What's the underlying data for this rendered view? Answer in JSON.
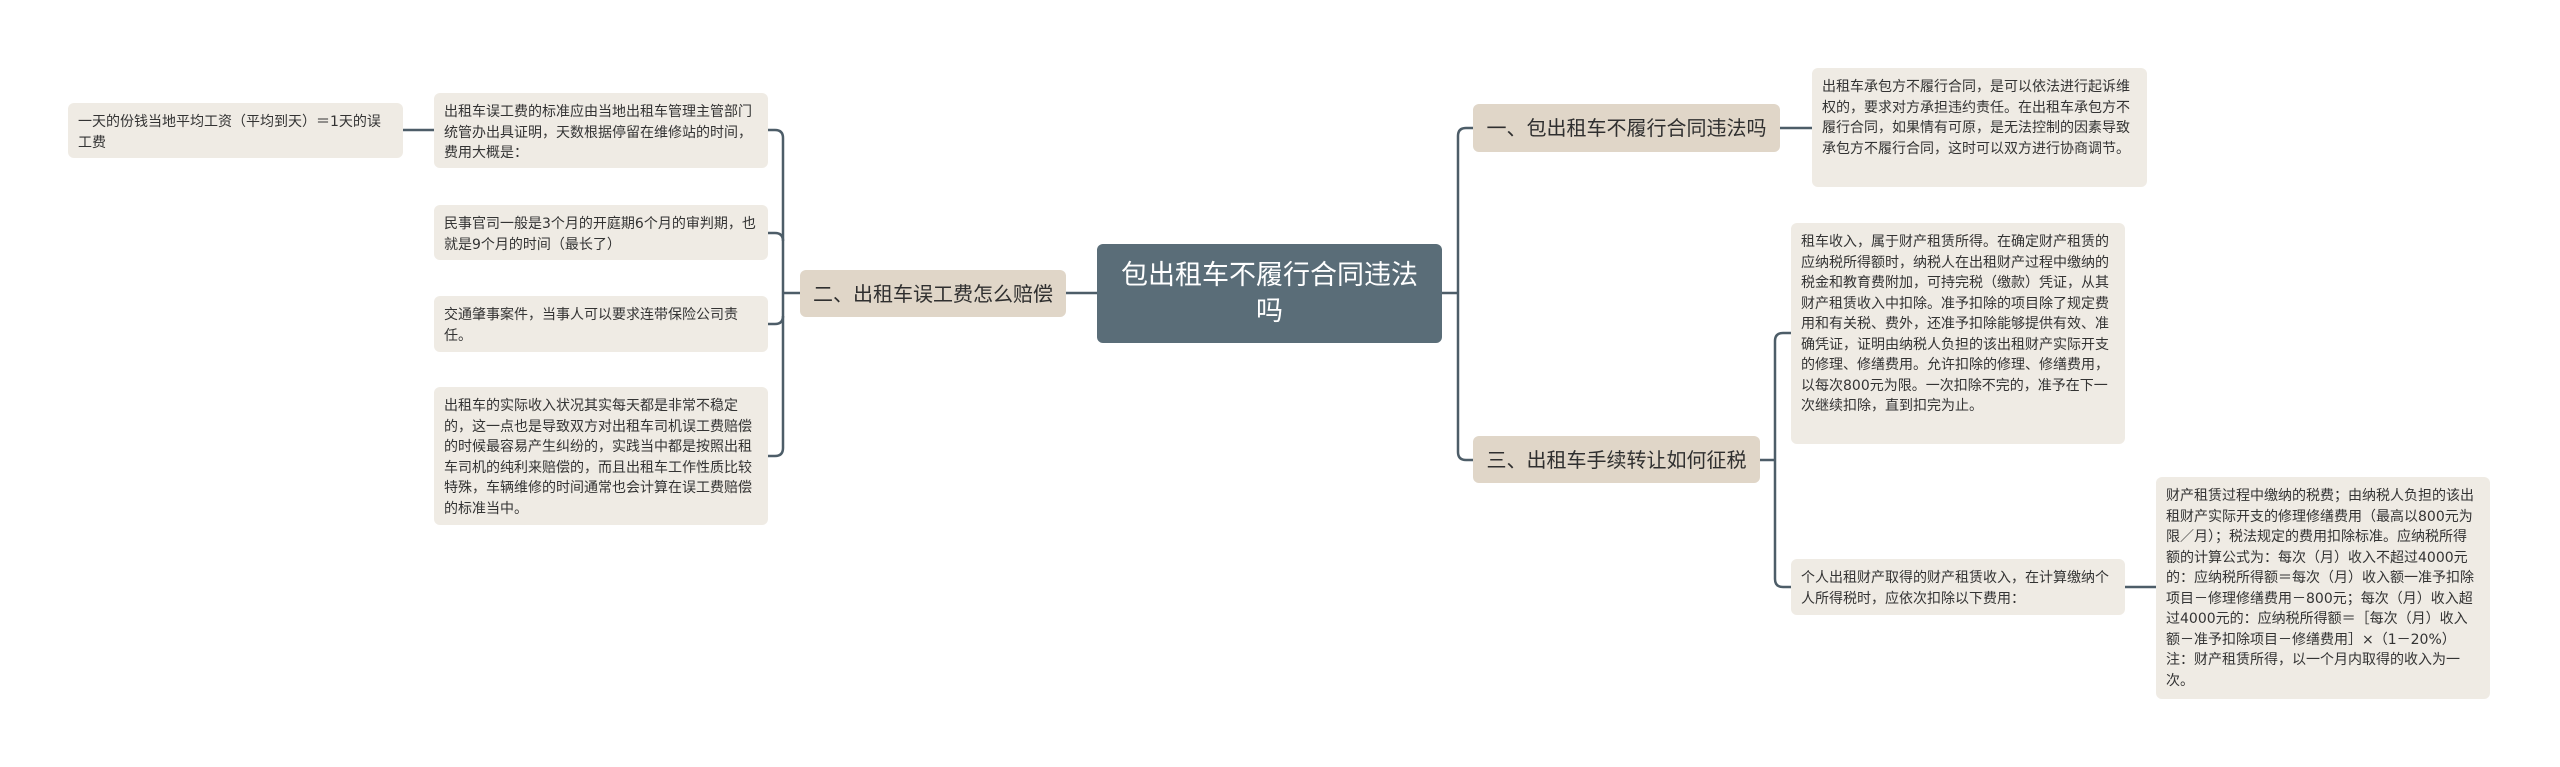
{
  "center": {
    "title": "包出租车不履行合同违法吗"
  },
  "branches": [
    {
      "label": "一、包出租车不履行合同违法吗",
      "children": [
        {
          "text": "出租车承包方不履行合同，是可以依法进行起诉维权的，要求对方承担违约责任。在出租车承包方不履行合同，如果情有可原，是无法控制的因素导致承包方不履行合同，这时可以双方进行协商调节。"
        }
      ]
    },
    {
      "label": "二、出租车误工费怎么赔偿",
      "children": [
        {
          "text": "出租车误工费的标准应由当地出租车管理主管部门统管办出具证明，天数根据停留在维修站的时间，费用大概是：",
          "children": [
            {
              "text": "一天的份钱当地平均工资（平均到天）＝1天的误工费"
            }
          ]
        },
        {
          "text": "民事官司一般是3个月的开庭期6个月的审判期，也就是9个月的时间（最长了）"
        },
        {
          "text": "交通肇事案件，当事人可以要求连带保险公司责任。"
        },
        {
          "text": "出租车的实际收入状况其实每天都是非常不稳定的，这一点也是导致双方对出租车司机误工费赔偿的时候最容易产生纠纷的，实践当中都是按照出租车司机的纯利来赔偿的，而且出租车工作性质比较特殊，车辆维修的时间通常也会计算在误工费赔偿的标准当中。"
        }
      ]
    },
    {
      "label": "三、出租车手续转让如何征税",
      "children": [
        {
          "text": "租车收入，属于财产租赁所得。在确定财产租赁的应纳税所得额时，纳税人在出租财产过程中缴纳的税金和教育费附加，可持完税（缴款）凭证，从其财产租赁收入中扣除。准予扣除的项目除了规定费用和有关税、费外，还准予扣除能够提供有效、准确凭证，证明由纳税人负担的该出租财产实际开支的修理、修缮费用。允许扣除的修理、修缮费用，以每次800元为限。一次扣除不完的，准予在下一次继续扣除，直到扣完为止。"
        },
        {
          "text": "个人出租财产取得的财产租赁收入，在计算缴纳个人所得税时，应依次扣除以下费用：",
          "children": [
            {
              "text": "财产租赁过程中缴纳的税费；由纳税人负担的该出租财产实际开支的修理修缮费用（最高以800元为限／月）；税法规定的费用扣除标准。应纳税所得额的计算公式为：每次（月）收入不超过4000元的：应纳税所得额＝每次（月）收入额一准予扣除项目－修理修缮费用－800元；每次（月）收入超过4000元的：应纳税所得额＝［每次（月）收入额－准予扣除项目－修缮费用］×（1－20%）注：财产租赁所得，以一个月内取得的收入为一次。"
            }
          ]
        }
      ]
    }
  ],
  "colors": {
    "center_bg": "#5a6d78",
    "branch_bg": "#e0d6c8",
    "leaf_bg": "#efebe4",
    "connector": "#4d5d68"
  }
}
